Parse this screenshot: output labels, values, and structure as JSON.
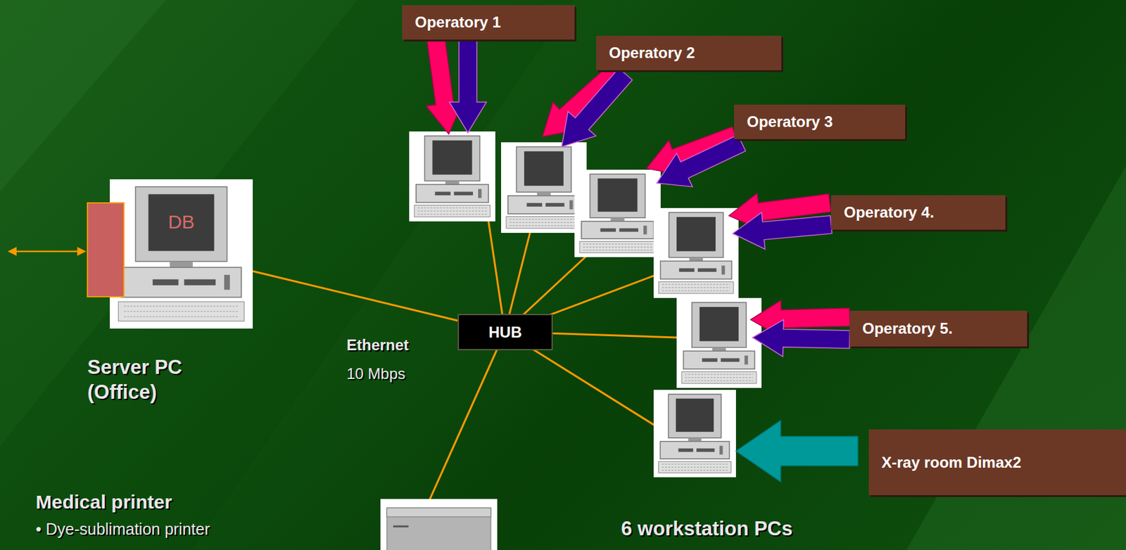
{
  "diagram": {
    "nodes": [
      {
        "text": [
          "DB",
          "Server PC (Office)"
        ]
      },
      {
        "text": [
          "HUB"
        ]
      },
      {
        "text": [
          "Operatory 1"
        ]
      },
      {
        "text": [
          "Operatory 2"
        ]
      },
      {
        "text": [
          "Operatory 3"
        ]
      },
      {
        "text": [
          "Operatory 4."
        ]
      },
      {
        "text": [
          "Operatory 5."
        ]
      },
      {
        "text": [
          "X-ray room Dimax2"
        ]
      }
    ],
    "edges": [
      {
        "from": 0,
        "to": 1,
        "arrow": "none"
      }
    ],
    "labels": [
      "Ethernet",
      "10 Mbps",
      "Medical printer",
      "• Dye-sublimation printer",
      "6 workstation PCs"
    ]
  }
}
